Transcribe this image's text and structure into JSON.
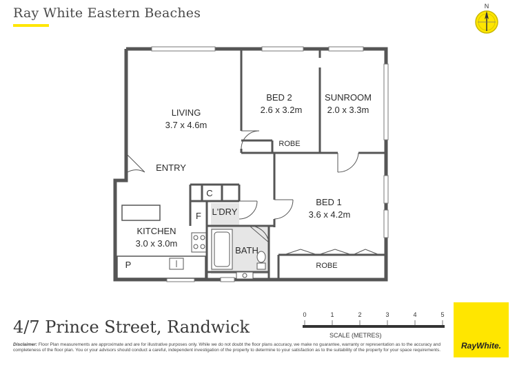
{
  "header": {
    "agency": "Ray White Eastern Beaches",
    "compass_letter": "N"
  },
  "rooms": {
    "living": {
      "name": "LIVING",
      "dims": "3.7 x 4.6m"
    },
    "bed2": {
      "name": "BED 2",
      "dims": "2.6 x 3.2m"
    },
    "sunroom": {
      "name": "SUNROOM",
      "dims": "2.0 x 3.3m"
    },
    "robe_top": "ROBE",
    "entry": "ENTRY",
    "c": "C",
    "f": "F",
    "ldry": "L'DRY",
    "bed1": {
      "name": "BED 1",
      "dims": "3.6 x 4.2m"
    },
    "kitchen": {
      "name": "KITCHEN",
      "dims": "3.0 x 3.0m"
    },
    "bath": "BATH",
    "p": "P",
    "robe_bottom": "ROBE"
  },
  "footer": {
    "address": "4/7 Prince Street, Randwick",
    "scale_title": "SCALE (METRES)",
    "scale_ticks": [
      "0",
      "1",
      "2",
      "3",
      "4",
      "5"
    ],
    "disclaimer_label": "Disclaimer:",
    "disclaimer_text": "Floor Plan measurements are approximate and are for illustrative purposes only. While we do not doubt the floor plans accuracy, we make no guarantee, warranty or representation as to the accuracy and completeness of the floor plan. You or your advisors should conduct a careful, independent investigation of the property to determine to your satisfaction as to the suitability of the property for your space requirements.",
    "logo": "RayWhite."
  },
  "colors": {
    "brand_yellow": "#ffe600",
    "wall": "#555555",
    "wet_area": "#e6e6e6"
  }
}
